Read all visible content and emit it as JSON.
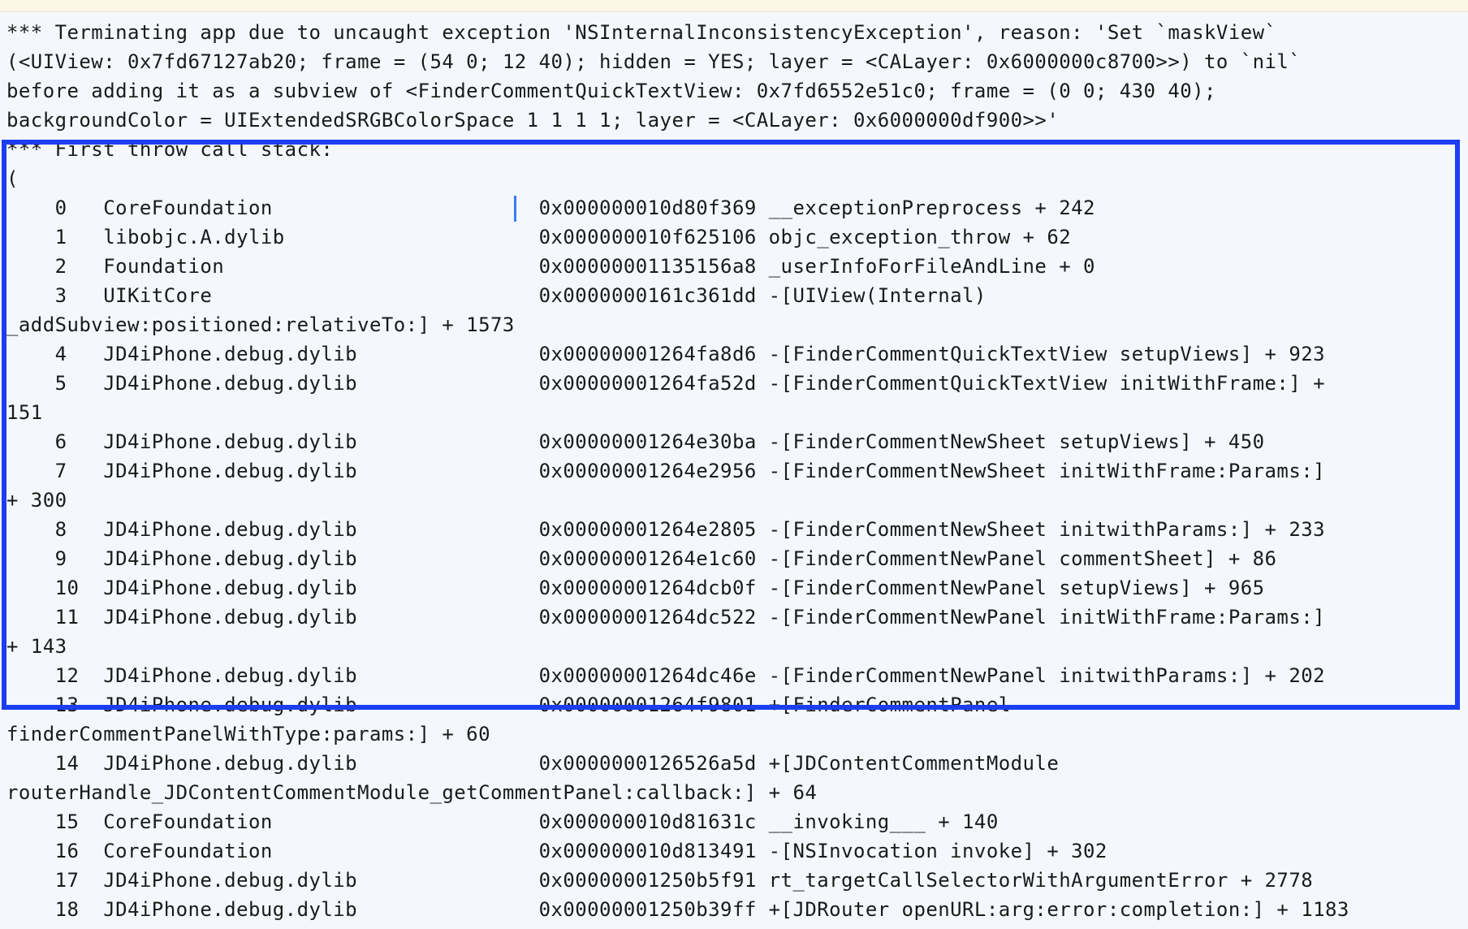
{
  "console": {
    "lines": [
      "*** Terminating app due to uncaught exception 'NSInternalInconsistencyException', reason: 'Set `maskView`",
      "(<UIView: 0x7fd67127ab20; frame = (54 0; 12 40); hidden = YES; layer = <CALayer: 0x6000000c8700>>) to `nil`",
      "before adding it as a subview of <FinderCommentQuickTextView: 0x7fd6552e51c0; frame = (0 0; 430 40);",
      "backgroundColor = UIExtendedSRGBColorSpace 1 1 1 1; layer = <CALayer: 0x6000000df900>>'",
      "*** First throw call stack:",
      "(",
      "    0   CoreFoundation                      0x000000010d80f369 __exceptionPreprocess + 242",
      "    1   libobjc.A.dylib                     0x000000010f625106 objc_exception_throw + 62",
      "    2   Foundation                          0x00000001135156a8 _userInfoForFileAndLine + 0",
      "    3   UIKitCore                           0x0000000161c361dd -[UIView(Internal)",
      "_addSubview:positioned:relativeTo:] + 1573",
      "    4   JD4iPhone.debug.dylib               0x00000001264fa8d6 -[FinderCommentQuickTextView setupViews] + 923",
      "    5   JD4iPhone.debug.dylib               0x00000001264fa52d -[FinderCommentQuickTextView initWithFrame:] +",
      "151",
      "    6   JD4iPhone.debug.dylib               0x00000001264e30ba -[FinderCommentNewSheet setupViews] + 450",
      "    7   JD4iPhone.debug.dylib               0x00000001264e2956 -[FinderCommentNewSheet initWithFrame:Params:]",
      "+ 300",
      "    8   JD4iPhone.debug.dylib               0x00000001264e2805 -[FinderCommentNewSheet initwithParams:] + 233",
      "    9   JD4iPhone.debug.dylib               0x00000001264e1c60 -[FinderCommentNewPanel commentSheet] + 86",
      "    10  JD4iPhone.debug.dylib               0x00000001264dcb0f -[FinderCommentNewPanel setupViews] + 965",
      "    11  JD4iPhone.debug.dylib               0x00000001264dc522 -[FinderCommentNewPanel initWithFrame:Params:]",
      "+ 143",
      "    12  JD4iPhone.debug.dylib               0x00000001264dc46e -[FinderCommentNewPanel initwithParams:] + 202",
      "    13  JD4iPhone.debug.dylib               0x00000001264f9801 +[FinderCommentPanel",
      "finderCommentPanelWithType:params:] + 60",
      "    14  JD4iPhone.debug.dylib               0x0000000126526a5d +[JDContentCommentModule",
      "routerHandle_JDContentCommentModule_getCommentPanel:callback:] + 64",
      "    15  CoreFoundation                      0x000000010d81631c __invoking___ + 140",
      "    16  CoreFoundation                      0x000000010d813491 -[NSInvocation invoke] + 302",
      "    17  JD4iPhone.debug.dylib               0x00000001250b5f91 rt_targetCallSelectorWithArgumentError + 2778",
      "    18  JD4iPhone.debug.dylib               0x00000001250b39ff +[JDRouter openURL:arg:error:completion:] + 1183"
    ]
  },
  "colors": {
    "background": "#f4f8fd",
    "text": "#1a1a1a",
    "highlight_border": "#1b3ff0",
    "cursor": "#3b7bf2"
  }
}
